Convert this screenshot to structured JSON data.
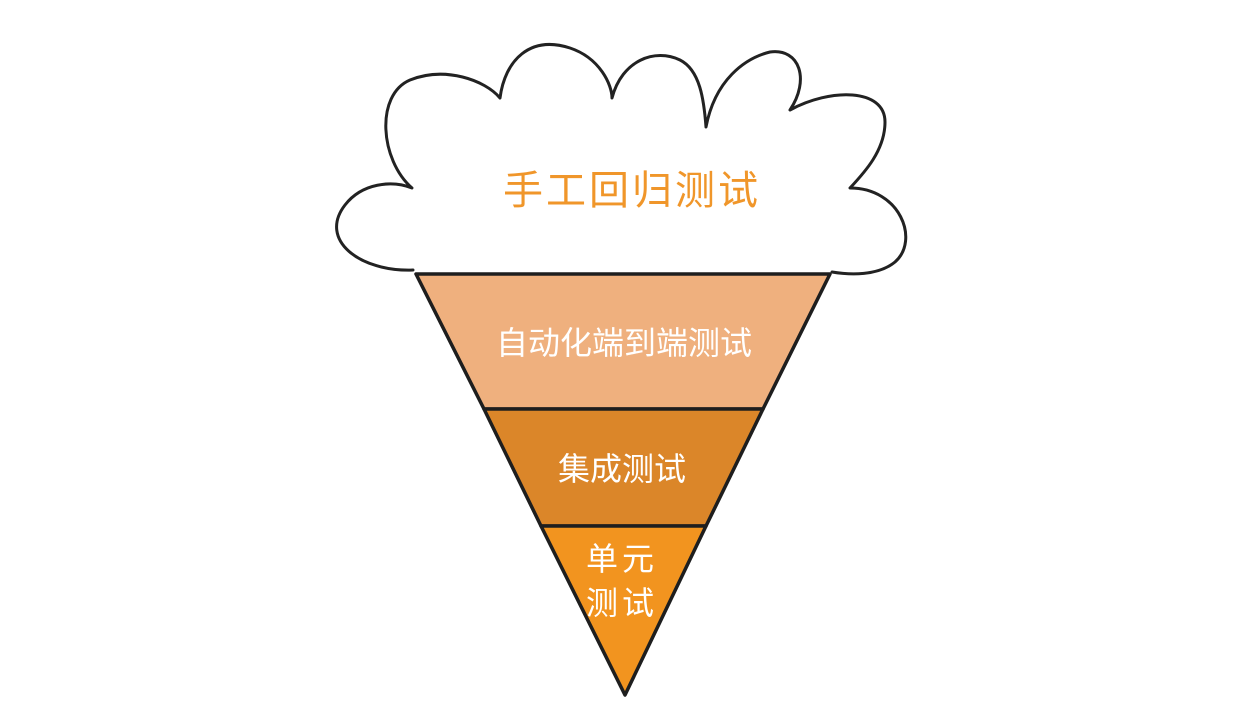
{
  "diagram": {
    "cloud": {
      "label": "手工回归测试",
      "label_color": "#F0962A",
      "outline_color": "#222222"
    },
    "layers": [
      {
        "id": "e2e",
        "label": "自动化端到端测试",
        "fill": "#EFB07E"
      },
      {
        "id": "integration",
        "label": "集成测试",
        "fill": "#DB8629"
      },
      {
        "id": "unit",
        "label_line1": "单元",
        "label_line2": "测试",
        "fill": "#F2941F"
      }
    ],
    "text_color": "#FFFFFF",
    "edge_color": "#1E1E1E"
  }
}
